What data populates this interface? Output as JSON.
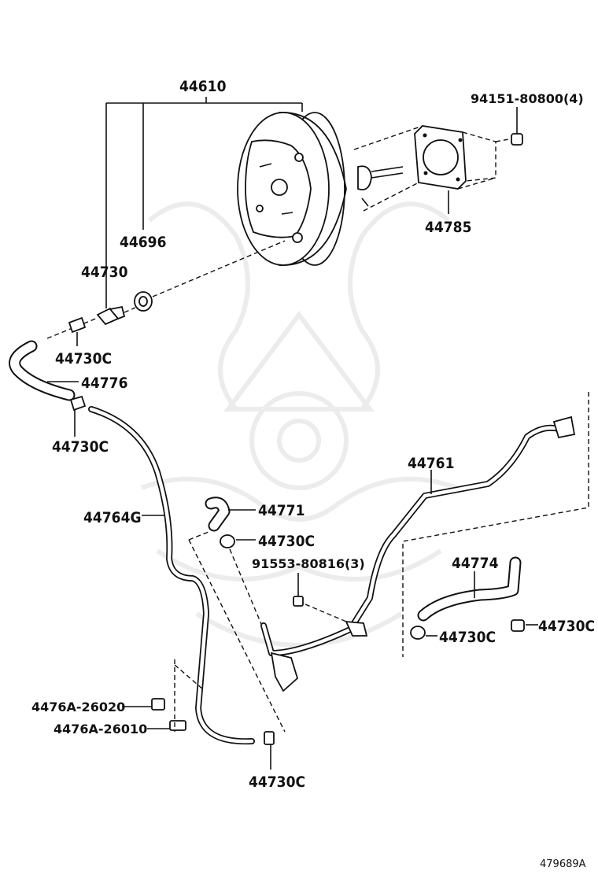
{
  "labels": {
    "p44610": "44610",
    "p94151": "94151-80800(4)",
    "p44785": "44785",
    "p44696": "44696",
    "p44730": "44730",
    "p44730c_1": "44730C",
    "p44776": "44776",
    "p44730c_2": "44730C",
    "p44764g": "44764G",
    "p44771": "44771",
    "p44730c_3": "44730C",
    "p44761": "44761",
    "p91553": "91553-80816(3)",
    "p44774": "44774",
    "p44730c_4": "44730C",
    "p44730c_5": "44730C",
    "p4476a_26020": "4476A-26020",
    "p4476a_26010": "4476A-26010",
    "p44730c_6": "44730C"
  },
  "diagram_code": "479689A"
}
